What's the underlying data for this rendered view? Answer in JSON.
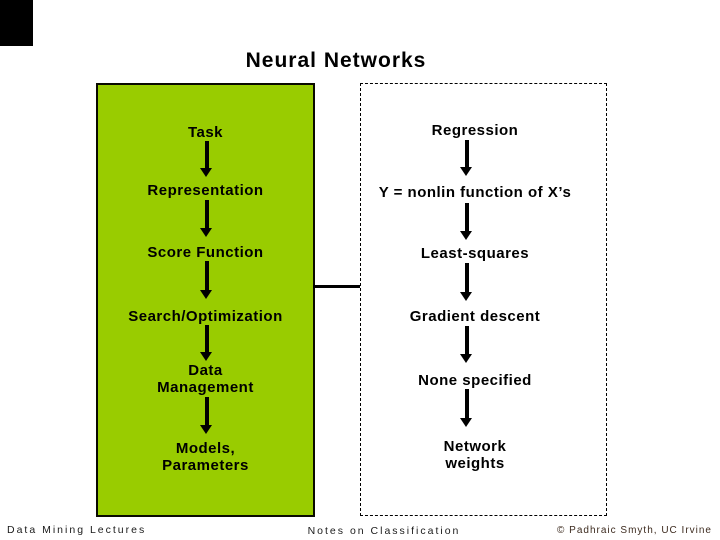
{
  "slide": {
    "title": "Neural Networks",
    "left_column": {
      "steps": [
        {
          "label": "Task"
        },
        {
          "label": "Representation"
        },
        {
          "label": "Score Function"
        },
        {
          "label": "Search/Optimization"
        },
        {
          "label": "Data\nManagement"
        },
        {
          "label": "Models,\nParameters"
        }
      ]
    },
    "right_column": {
      "steps": [
        {
          "label": "Regression"
        },
        {
          "label": "Y = nonlin function of X’s"
        },
        {
          "label": "Least-squares"
        },
        {
          "label": "Gradient descent"
        },
        {
          "label": "None specified"
        },
        {
          "label": "Network\nweights"
        }
      ]
    },
    "footer": {
      "left": "Data Mining Lectures",
      "center": "Notes on Classification",
      "right": "© Padhraic Smyth, UC Irvine"
    },
    "colors": {
      "box_fill": "#99CC00",
      "box_border": "#0A0A00",
      "arrow": "#000000",
      "text": "#000000",
      "footer_right_text": "#3D2B1F"
    }
  }
}
